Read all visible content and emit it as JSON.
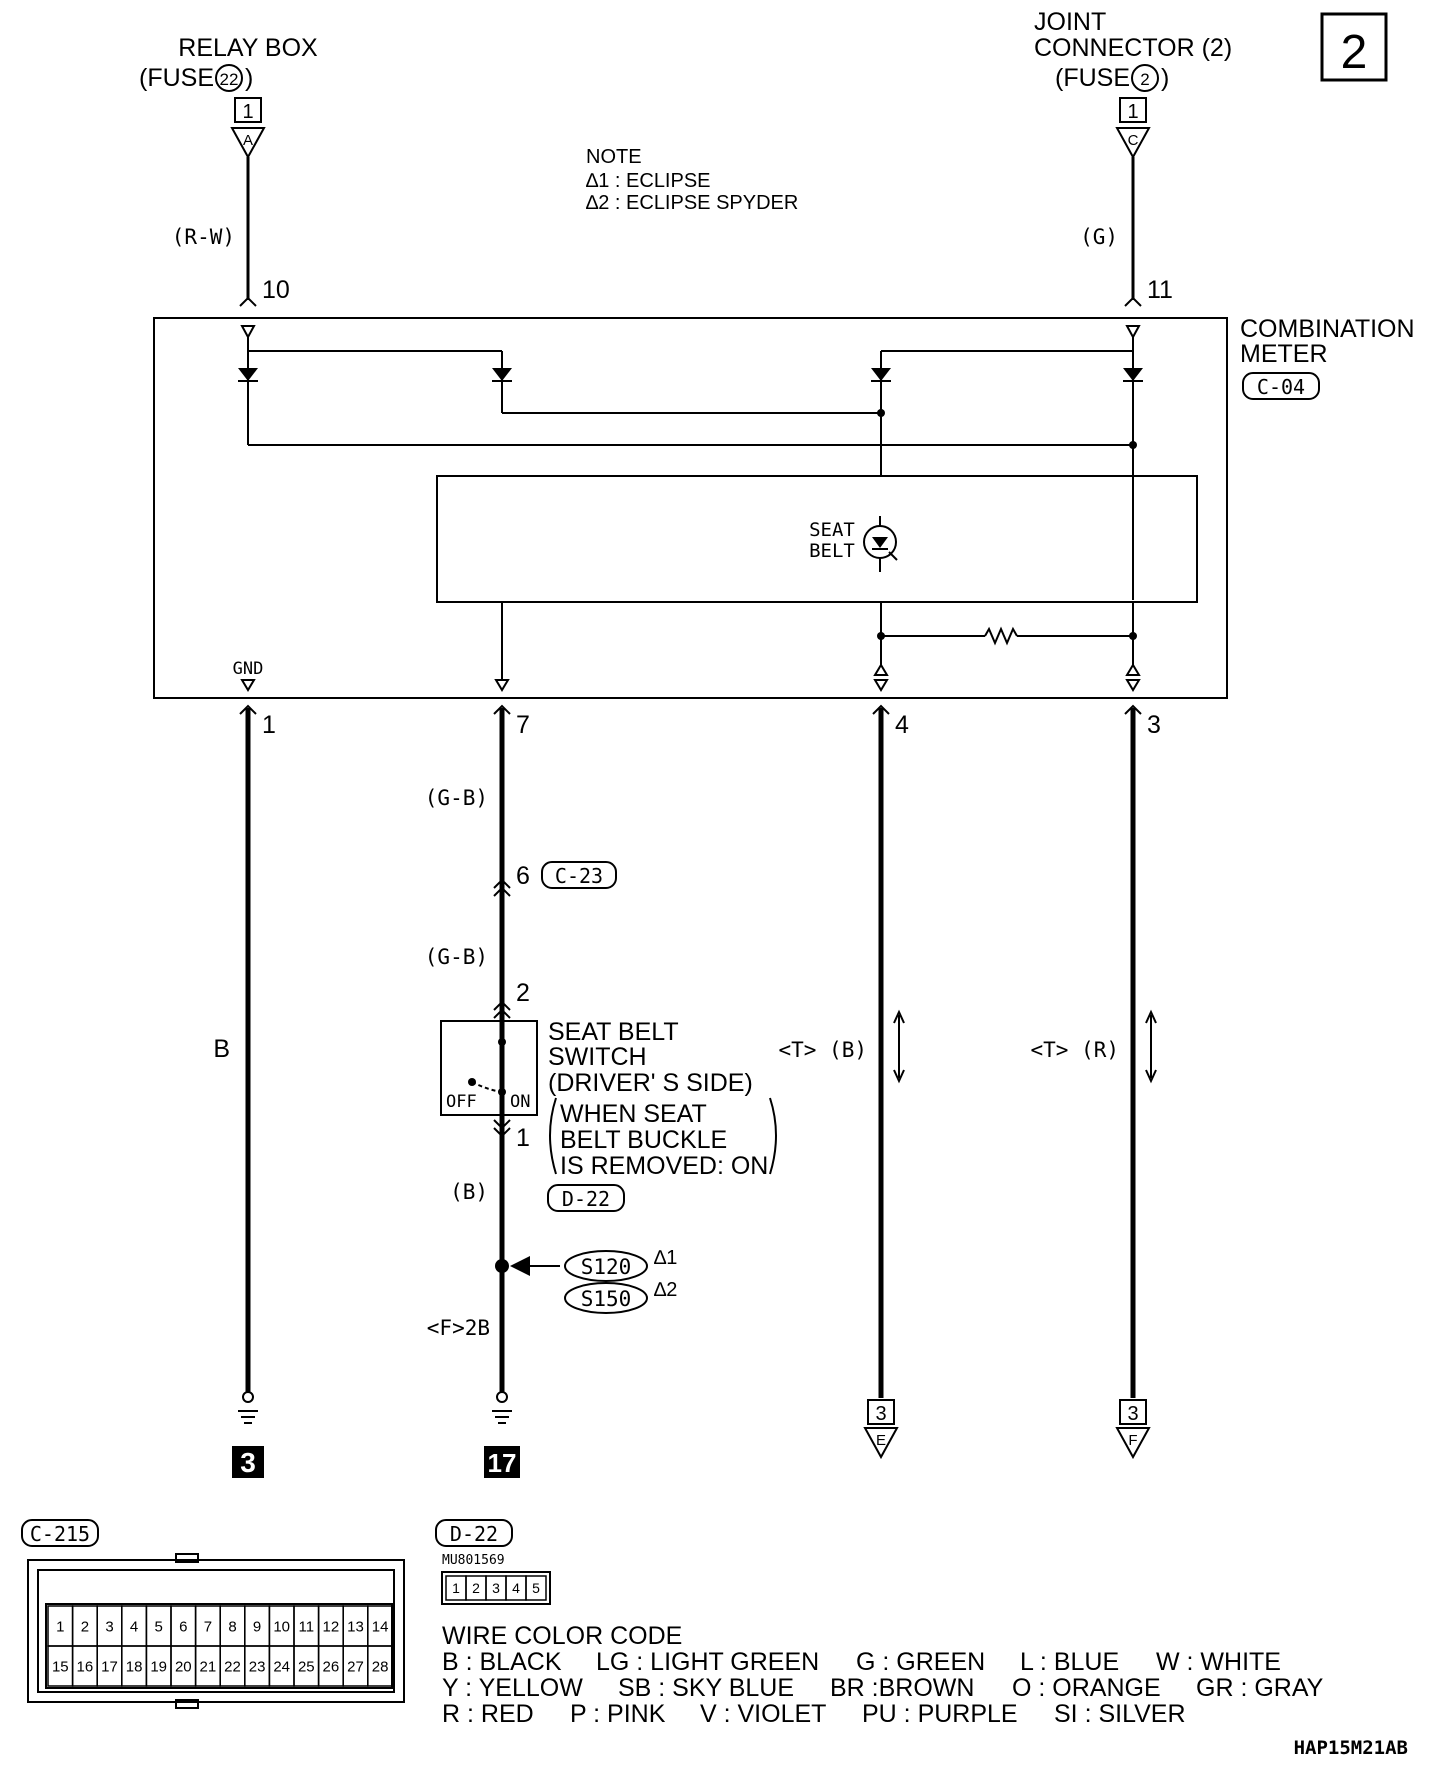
{
  "page_number": "2",
  "sources": {
    "relay_box": {
      "line1": "RELAY BOX",
      "line2_prefix": "(FUSE",
      "fuse_no": "22",
      "line2_suffix": ")",
      "terminal": "1",
      "connector": "A",
      "wire": "(R-W)",
      "pin": "10"
    },
    "joint_connector": {
      "line1": "JOINT",
      "line2": "CONNECTOR (2)",
      "line3_prefix": "(FUSE",
      "fuse_no": "2",
      "line3_suffix": ")",
      "terminal": "1",
      "connector": "C",
      "wire": "(G)",
      "pin": "11"
    }
  },
  "note": {
    "title": "NOTE",
    "item1": "∆1 : ECLIPSE",
    "item2": "∆2 : ECLIPSE SPYDER"
  },
  "combination_meter": {
    "line1": "COMBINATION",
    "line2": "METER",
    "connector": "C-04",
    "gnd_label": "GND",
    "lamp_line1": "SEAT",
    "lamp_line2": "BELT"
  },
  "output_pins": {
    "pin1": "1",
    "pin7": "7",
    "pin4": "4",
    "pin3": "3"
  },
  "wires": {
    "col1": "B",
    "col2_top": "(G-B)",
    "col2_mid": "(G-B)",
    "col2_bottom": "(B)",
    "col2_ground": "<F>2B",
    "col3": "<T> (B)",
    "col4": "<T> (R)"
  },
  "intermediate_connector": {
    "pin": "6",
    "name": "C-23"
  },
  "seat_belt_switch": {
    "pin_top": "2",
    "pin_bottom": "1",
    "line1": "SEAT BELT",
    "line2": "SWITCH",
    "line3": "(DRIVER' S SIDE)",
    "cond1": "WHEN SEAT",
    "cond2": "BELT BUCKLE",
    "cond3": "IS REMOVED: ON",
    "off_label": "OFF",
    "on_label": "ON",
    "connector": "D-22"
  },
  "splices": {
    "s1": "S120",
    "s1_note": "∆1",
    "s2": "S150",
    "s2_note": "∆2"
  },
  "grounds": {
    "g1": "3",
    "g2": "17"
  },
  "continuations": {
    "e": {
      "page": "3",
      "letter": "E"
    },
    "f": {
      "page": "3",
      "letter": "F"
    }
  },
  "c215": {
    "name": "C-215",
    "row1": [
      "1",
      "2",
      "3",
      "4",
      "5",
      "6",
      "7",
      "8",
      "9",
      "10",
      "11",
      "12",
      "13",
      "14"
    ],
    "row2": [
      "15",
      "16",
      "17",
      "18",
      "19",
      "20",
      "21",
      "22",
      "23",
      "24",
      "25",
      "26",
      "27",
      "28"
    ]
  },
  "d22": {
    "name": "D-22",
    "part": "MU801569",
    "pins": [
      "1",
      "2",
      "3",
      "4",
      "5"
    ]
  },
  "wire_color_code": {
    "title": "WIRE COLOR CODE",
    "row1": [
      "B : BLACK",
      "LG : LIGHT GREEN",
      "G : GREEN",
      "L : BLUE",
      "W : WHITE"
    ],
    "row2": [
      "Y : YELLOW",
      "SB : SKY BLUE",
      "BR :BROWN",
      "O : ORANGE",
      "GR : GRAY"
    ],
    "row3": [
      "R : RED",
      "P : PINK",
      "V : VIOLET",
      "PU : PURPLE",
      "SI : SILVER"
    ]
  },
  "figure_code": "HAP15M21AB"
}
